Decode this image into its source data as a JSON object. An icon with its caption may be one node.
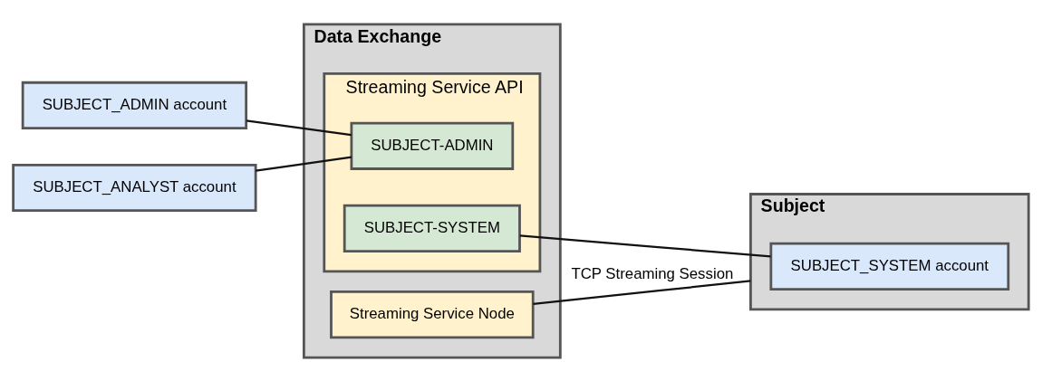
{
  "diagram": {
    "nodes": [
      {
        "text": [
          "SUBJECT_ADMIN account"
        ]
      },
      {
        "text": [
          "SUBJECT_ANALYST account"
        ]
      },
      {
        "text": [
          "Data Exchange"
        ]
      },
      {
        "text": [
          "Streaming Service API"
        ],
        "in": 2
      },
      {
        "text": [
          "SUBJECT-ADMIN"
        ],
        "in": 3
      },
      {
        "text": [
          "SUBJECT-SYSTEM"
        ],
        "in": 3
      },
      {
        "text": [
          "Streaming Service Node"
        ],
        "in": 2
      },
      {
        "text": [
          "Subject"
        ]
      },
      {
        "text": [
          "SUBJECT_SYSTEM account"
        ],
        "in": 7
      }
    ],
    "edges": [
      {
        "from": 0,
        "to": 4,
        "arrow": "none"
      },
      {
        "from": 1,
        "to": 4,
        "arrow": "none"
      },
      {
        "from": 5,
        "to": 8,
        "arrow": "none"
      },
      {
        "from": 6,
        "to": 7,
        "arrow": "none",
        "label": "TCP Streaming Session"
      }
    ]
  }
}
